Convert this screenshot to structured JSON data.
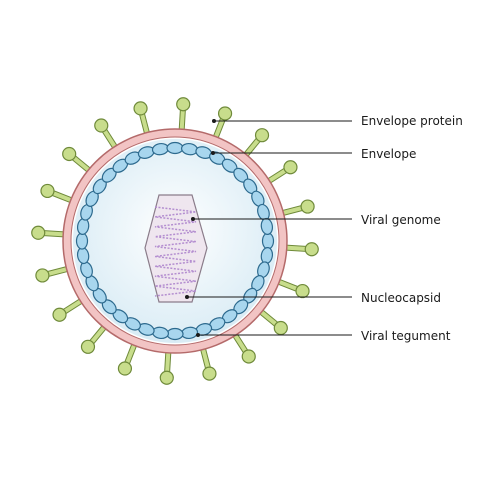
{
  "labels": {
    "envelope_protein": "Envelope protein",
    "envelope": "Envelope",
    "viral_genome": "Viral genome",
    "nucleocapsid": "Nucleocapsid",
    "viral_tegument": "Viral tegument"
  },
  "colors": {
    "spike_fill": "#c8dd8c",
    "spike_stroke": "#6f8a3a",
    "envelope_fill": "#f2c4c4",
    "envelope_stroke": "#b46a6a",
    "capsomere_fill": "#a8d6ee",
    "capsomere_stroke": "#2d6a8e",
    "interior_fill": "#e4f1f8",
    "genome_box_fill": "#efe6ef",
    "genome_box_stroke": "#8a7c8a",
    "genome_strand": "#b48ed0",
    "leader_line": "#1a1a1a"
  }
}
